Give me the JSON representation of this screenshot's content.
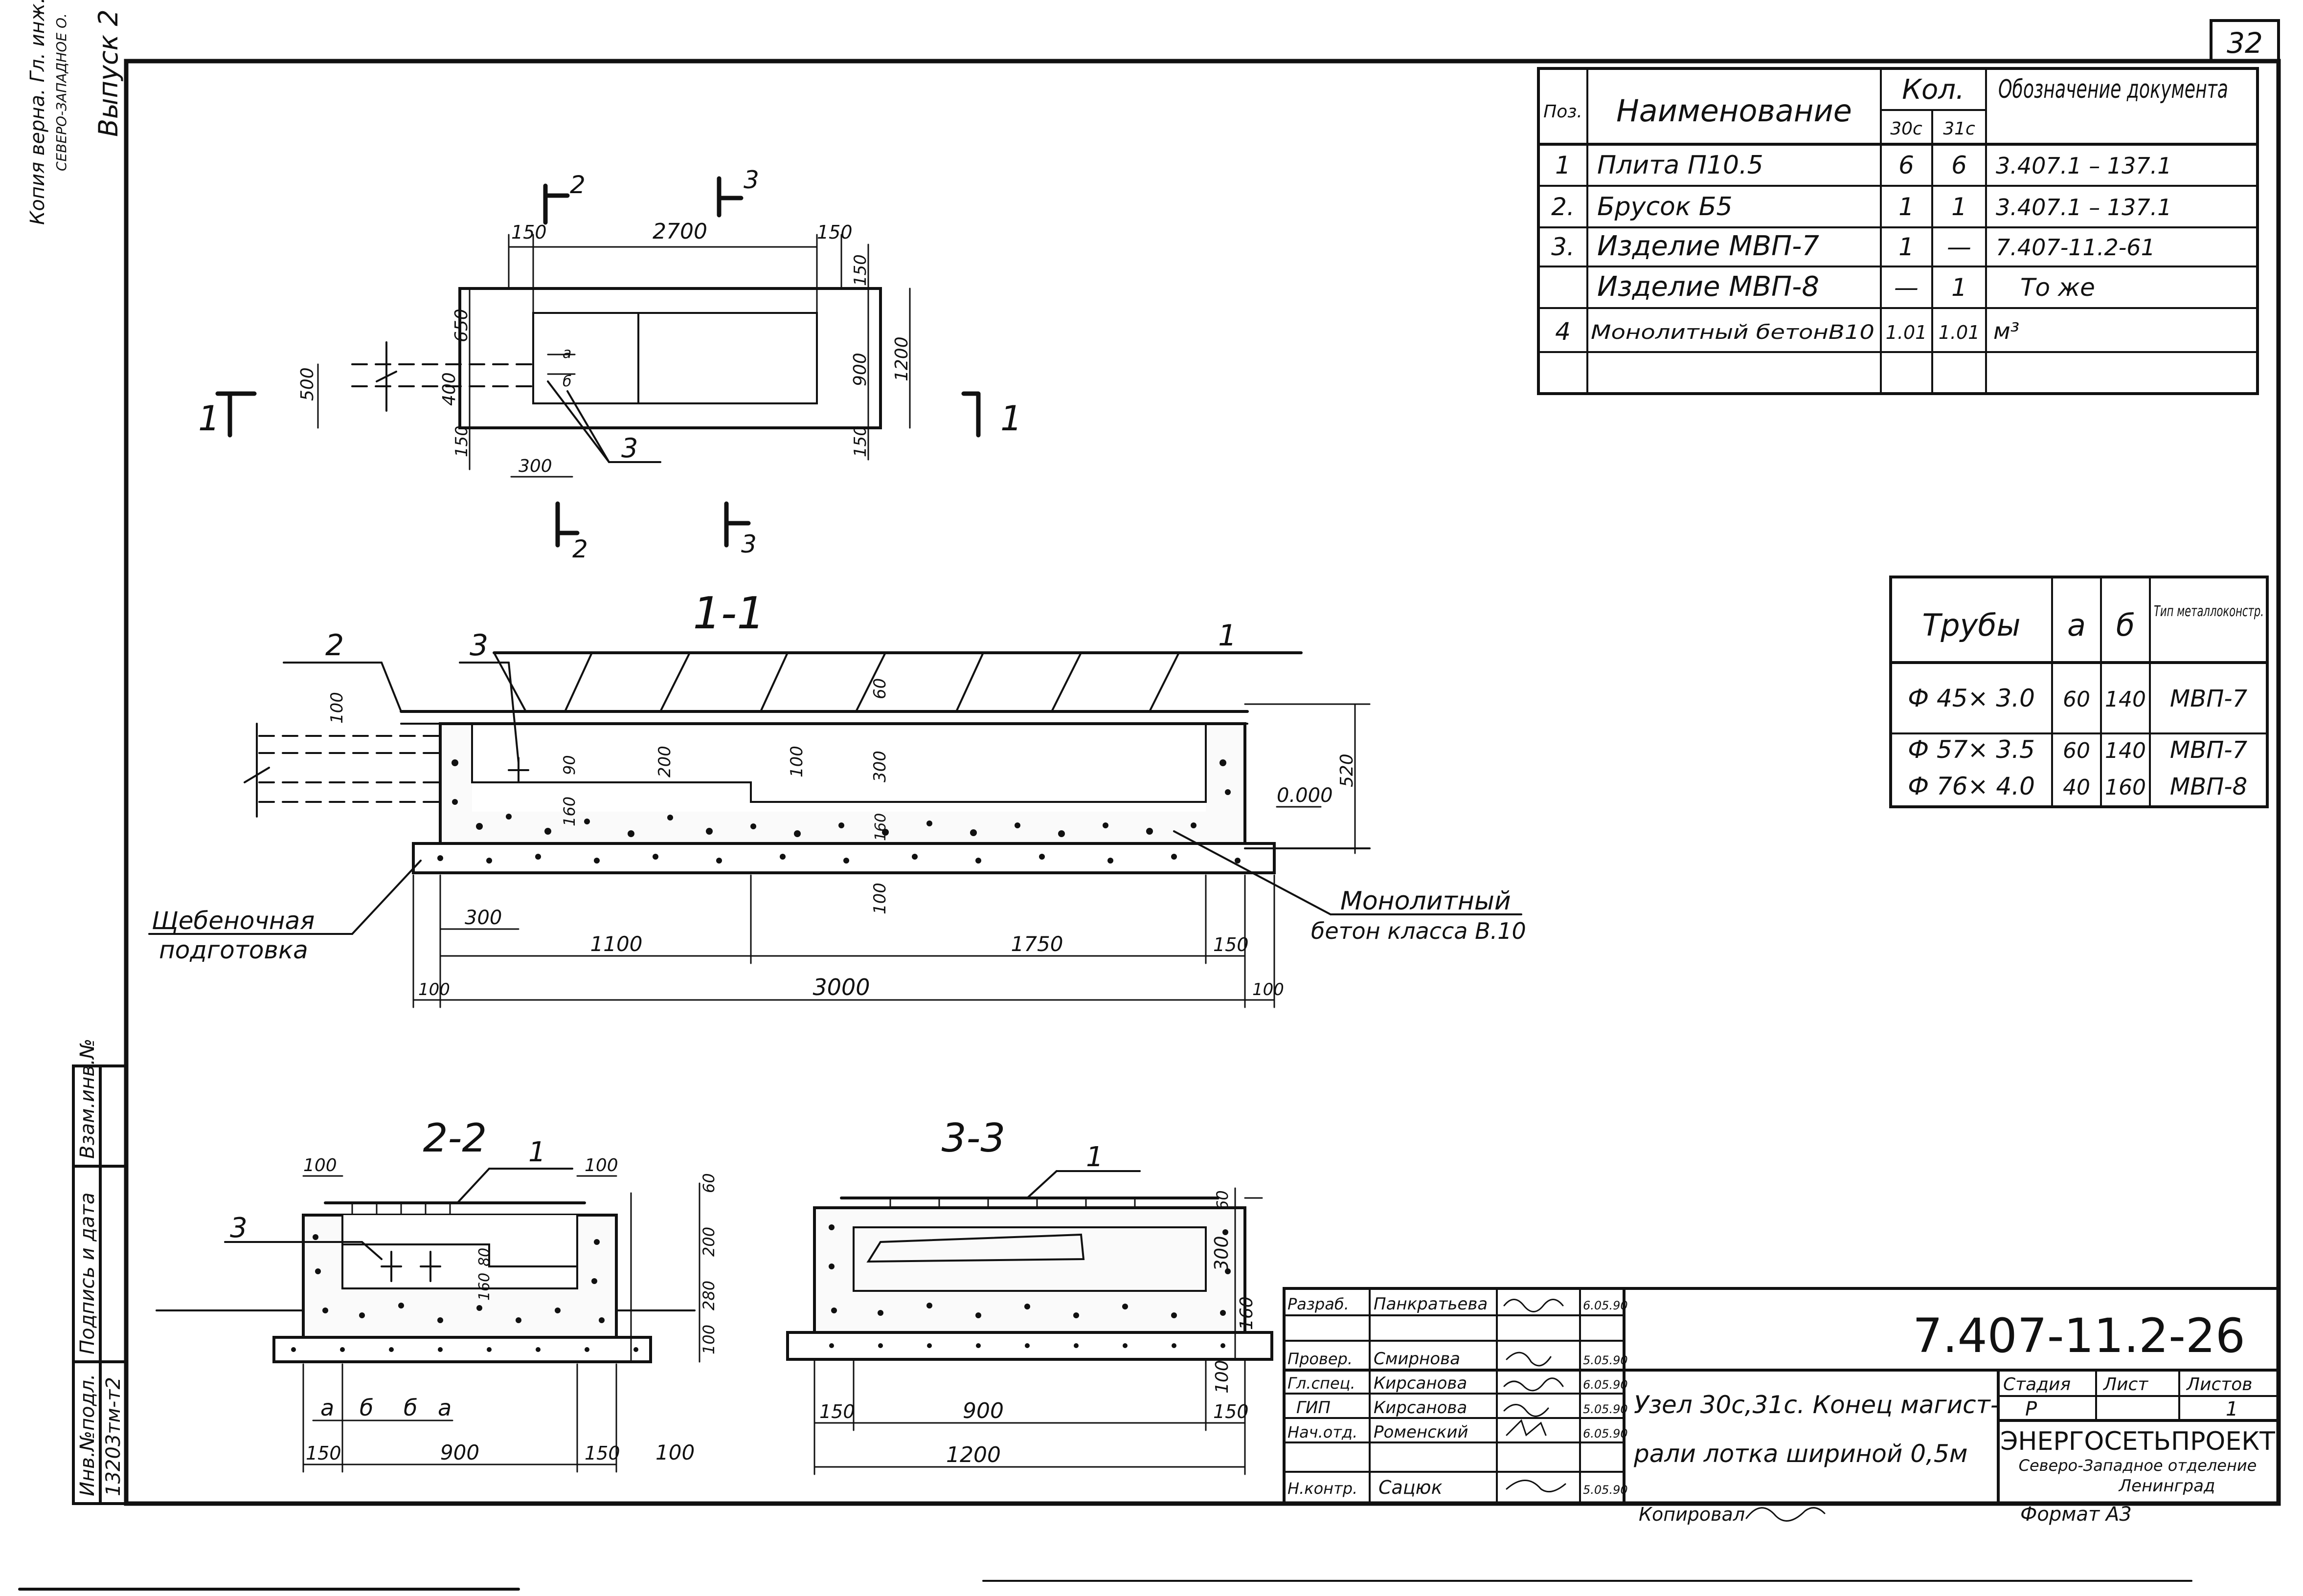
{
  "page_number": "32",
  "side_stamp": {
    "lines": [
      "Копия верна. Гл. инж. проекта",
      "СЕВЕРО-ЗАПАДНОЕ О.",
      "Выпуск 2"
    ]
  },
  "left_stamp": {
    "cells": [
      "Инв.№подл.",
      "Подпись и дата",
      "Взам.инв.№"
    ],
    "inv_number": "13203тм-т2"
  },
  "spec_table": {
    "headers": {
      "pos": "Поз.",
      "name": "Наименование",
      "qty": "Кол.",
      "qty_30": "30с",
      "qty_31": "31с",
      "doc": "Обозначение документа"
    },
    "rows": [
      {
        "pos": "1",
        "name": "Плита П10.5",
        "q30": "6",
        "q31": "6",
        "doc": "3.407.1 – 137.1"
      },
      {
        "pos": "2.",
        "name": "Брусок Б5",
        "q30": "1",
        "q31": "1",
        "doc": "3.407.1 – 137.1"
      },
      {
        "pos": "3.",
        "name": "Изделие МВП-7",
        "q30": "1",
        "q31": "—",
        "doc": "7.407-11.2-61"
      },
      {
        "pos": "",
        "name": "Изделие МВП-8",
        "q30": "—",
        "q31": "1",
        "doc": "То же"
      },
      {
        "pos": "4",
        "name": "Монолитный бетонВ10",
        "q30": "1.01",
        "q31": "1.01",
        "doc": "м³"
      },
      {
        "pos": "",
        "name": "",
        "q30": "",
        "q31": "",
        "doc": ""
      }
    ]
  },
  "pipe_table": {
    "headers": {
      "pipes": "Трубы",
      "a": "а",
      "b": "б",
      "type": "Тип металлоконстр."
    },
    "rows": [
      {
        "pipe": "Ф 45× 3.0",
        "a": "60",
        "b": "140",
        "type": "МВП-7"
      },
      {
        "pipe": "Ф 57× 3.5",
        "a": "60",
        "b": "140",
        "type": "МВП-7"
      },
      {
        "pipe": "Ф 76× 4.0",
        "a": "40",
        "b": "160",
        "type": "МВП-8"
      }
    ]
  },
  "plan_view": {
    "dims": {
      "d150_left": "150",
      "d2700": "2700",
      "d150_right": "150",
      "d150_top": "150",
      "d650": "650",
      "d500": "500",
      "d400": "400",
      "d150_bottom": "150",
      "d300": "300",
      "d900": "900",
      "d1200": "1200",
      "d150_br": "150",
      "d_a": "а",
      "d_b": "б"
    },
    "cut_marks": {
      "c1_left": "1",
      "c1_right": "1",
      "c2_top": "2",
      "c3_top": "3",
      "c2_bottom": "2",
      "c3_bottom": "3"
    },
    "callout_3": "3"
  },
  "section_1_1": {
    "title": "1-1",
    "callouts": {
      "c1": "1",
      "c2": "2",
      "c3": "3"
    },
    "dims": {
      "d100": "100",
      "d60": "60",
      "d200": "200",
      "d100b": "100",
      "d300": "300",
      "d90": "90",
      "d160": "160",
      "d160b": "160",
      "d100c": "100",
      "d520": "520",
      "elev": "0.000",
      "d300h": "300",
      "d1100": "1100",
      "d1750": "1750",
      "d150": "150",
      "d100l": "100",
      "d3000": "3000",
      "d100r": "100"
    },
    "label_gravel": [
      "Щебеночная",
      "подготовка"
    ],
    "label_concrete": [
      "Монолитный",
      "бетон класса В.10"
    ]
  },
  "section_2_2": {
    "title": "2-2",
    "callouts": {
      "c1": "1",
      "c3": "3"
    },
    "dims": {
      "d100l": "100",
      "d100r": "100",
      "d60": "60",
      "d200": "200",
      "d80": "80",
      "d160": "160",
      "d280": "280",
      "d100v": "100",
      "a1": "а",
      "b1": "б",
      "b2": "б",
      "a2": "а",
      "d150l": "150",
      "d900": "900",
      "d150r": "150",
      "d100b": "100"
    }
  },
  "section_3_3": {
    "title": "3-3",
    "callouts": {
      "c1": "1"
    },
    "dims": {
      "d60": "60",
      "d300": "300",
      "d160": "160",
      "d100": "100",
      "d150l": "150",
      "d900": "900",
      "d150r": "150",
      "d1200": "1200"
    }
  },
  "title_block": {
    "designation": "7.407-11.2-26",
    "title": [
      "Узел 30с,31с. Конец магист-",
      "рали лотка шириной 0,5м"
    ],
    "roles": [
      {
        "role": "Разраб.",
        "name": "Панкратьева",
        "date": "6.05.90"
      },
      {
        "role": "Провер.",
        "name": "Смирнова",
        "date": "5.05.90"
      },
      {
        "role": "Гл.спец.",
        "name": "Кирсанова",
        "date": "6.05.90"
      },
      {
        "role": "ГИП",
        "name": "Кирсанова",
        "date": "5.05.90"
      },
      {
        "role": "Нач.отд.",
        "name": "Роменский",
        "date": "6.05.90"
      },
      {
        "role": "Н.контр.",
        "name": "Сацюк",
        "date": "5.05.90"
      }
    ],
    "stage_header": "Стадия",
    "sheet_header": "Лист",
    "sheets_header": "Листов",
    "stage": "Р",
    "sheet": "",
    "sheets": "1",
    "org": [
      "ЭНЕРГОСЕТЬПРОЕКТ",
      "Северо-Западное отделение",
      "Ленинград"
    ],
    "copied_label": "Копировал",
    "format_label": "Формат А3"
  }
}
